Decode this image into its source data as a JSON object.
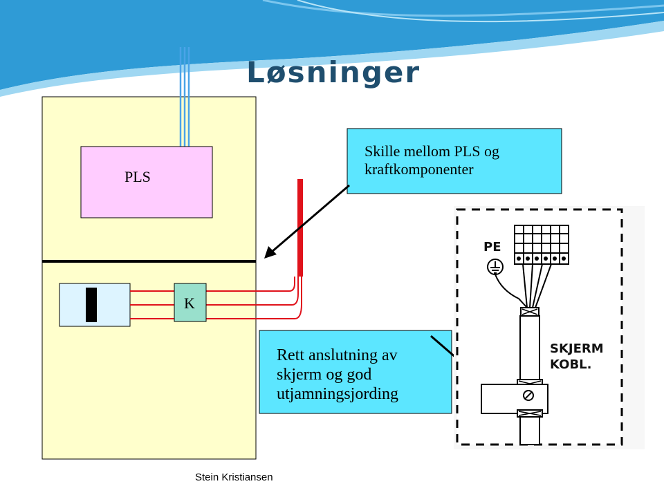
{
  "title": "Løsninger",
  "pls_label": "PLS",
  "k_label": "K",
  "callout_top": {
    "line1": "Skille mellom PLS og",
    "line2": "kraftkomponenter"
  },
  "callout_bottom": {
    "line1": "Rett anslutning av",
    "line2": "skjerm og god",
    "line3": "utjamningsjording"
  },
  "detail": {
    "pe": "PE",
    "skjerm": "SKJERM",
    "kobl": "KOBL."
  },
  "footer": "Stein Kristiansen",
  "colors": {
    "banner": "#2f9bd6",
    "cabinet": "#ffffcc",
    "pls_box": "#ffccff",
    "k_box": "#99e0cc",
    "device_box": "#ddf4ff",
    "callout": "#5ce6ff",
    "red_wire": "#e0121b",
    "blue_wire": "#4aa3e8"
  }
}
